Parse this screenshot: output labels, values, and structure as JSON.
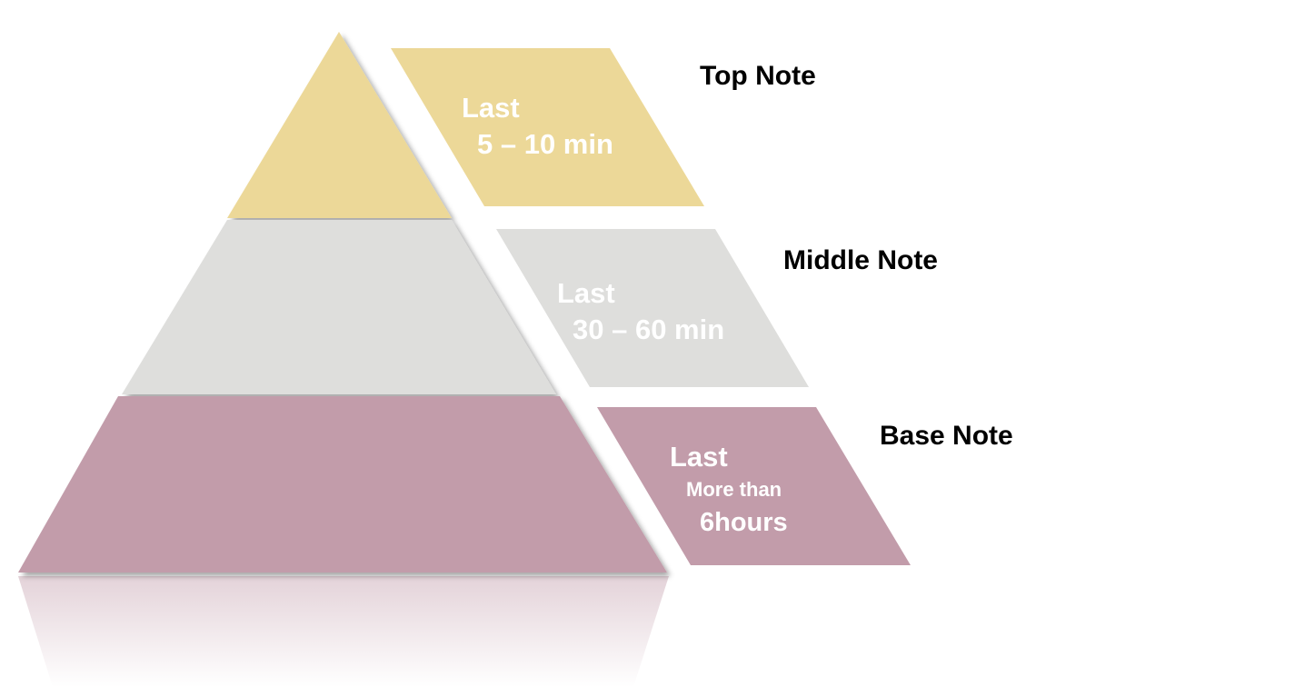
{
  "colors": {
    "top": "#ecd898",
    "middle": "#dededc",
    "base": "#c29caa",
    "label_text": "#000000",
    "panel_text": "#ffffff"
  },
  "tiers": [
    {
      "id": "top",
      "label": "Top Note",
      "panel_lines": [
        "Last",
        "5 – 10 min"
      ]
    },
    {
      "id": "middle",
      "label": "Middle Note",
      "panel_lines": [
        "Last",
        "30 – 60 min"
      ]
    },
    {
      "id": "base",
      "label": "Base Note",
      "panel_lines": [
        "Last",
        "More than",
        "6hours"
      ]
    }
  ]
}
